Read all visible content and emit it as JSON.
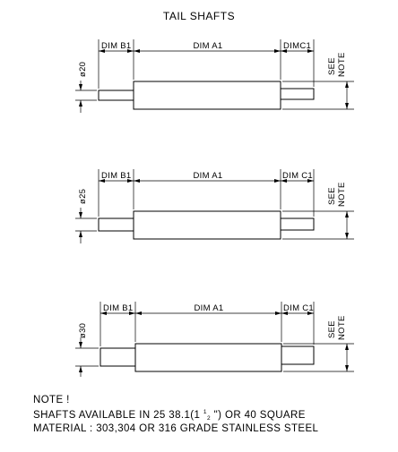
{
  "title": "TAIL SHAFTS",
  "see_note_line1": "SEE",
  "see_note_line2": "NOTE",
  "shafts": [
    {
      "diameter_label": "ø20",
      "dim_b1": "DIM  B1",
      "dim_a1": "DIM  A1",
      "dim_c1": "DIMC1"
    },
    {
      "diameter_label": "ø25",
      "dim_b1": "DIM  B1",
      "dim_a1": "DIM  A1",
      "dim_c1": "DIM  C1"
    },
    {
      "diameter_label": "ø30",
      "dim_b1": "DIM  B1",
      "dim_a1": "DIM  A1",
      "dim_c1": "DIM  C1"
    }
  ],
  "note": {
    "heading": "NOTE !",
    "line1_before": "SHAFTS AVAILABLE IN 25 38.1(1",
    "line1_frac_num": "1",
    "line1_frac_den": "2",
    "line1_after": "\") OR 40 SQUARE",
    "line2": "MATERIAL : 303,304 OR 316 GRADE STAINLESS STEEL"
  },
  "colors": {
    "line": "#000000",
    "background": "#ffffff"
  }
}
